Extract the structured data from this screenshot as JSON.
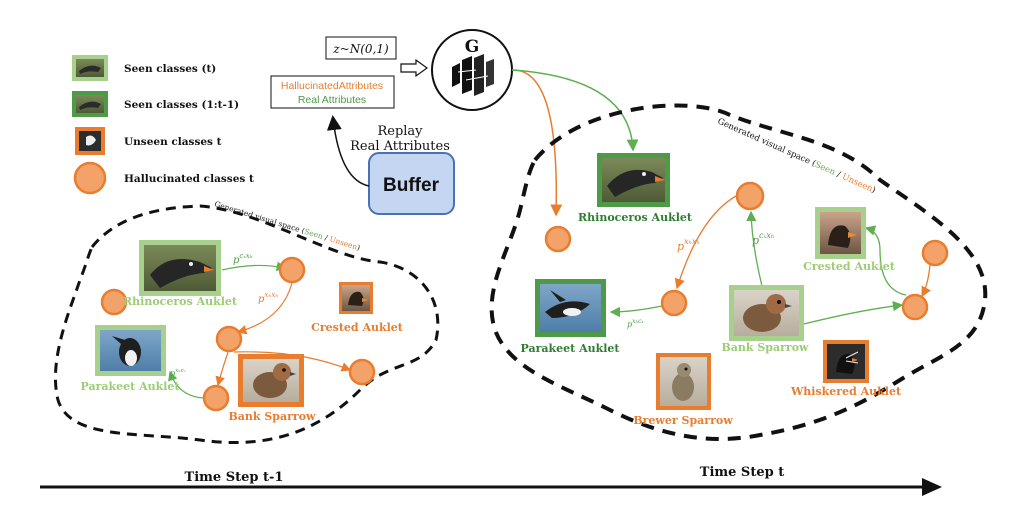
{
  "legend": {
    "seen_t": "Seen classes (t)",
    "seen_prev": "Seen classes (1:t-1)",
    "unseen_t": "Unseen classes t",
    "halluc_t": "Hallucinated classes t"
  },
  "noise": "z~N(0,1)",
  "attributes": {
    "halluc": "HallucinatedAttributes",
    "real": "Real Attributes"
  },
  "generator": "G",
  "replay": {
    "line1": "Replay",
    "line2": "Real Attributes"
  },
  "buffer": "Buffer",
  "left_space": {
    "title_pre": "Generated visual space (",
    "seen": "Seen",
    "sep": " / ",
    "unseen": "Unseen",
    "title_post": ")",
    "birds": {
      "rhino": "Rhinoceros Auklet",
      "crested": "Crested  Auklet",
      "parakeet": "Parakeet Auklet",
      "sparrow": "Bank Sparrow"
    },
    "edges": {
      "e1": "p",
      "e1s": "cₓxₕ",
      "e2": "p",
      "e2s": "xₕxₕ",
      "e3": "p",
      "e3s": "xₕcₓ"
    }
  },
  "right_space": {
    "title_pre": "Generated visual space (",
    "seen": "Seen",
    "sep": " / ",
    "unseen": "Unseen",
    "title_post": ")",
    "birds": {
      "rhino": "Rhinoceros Auklet",
      "crested": "Crested  Auklet",
      "parakeet": "Parakeet Auklet",
      "sparrow": "Bank Sparrow",
      "whiskered": "Whiskered Auklet",
      "brewer": "Brewer Sparrow"
    },
    "edges": {
      "e1": "p",
      "e1s": "xₕxₕ",
      "e2": "p",
      "e2s": "cₓxₕ",
      "e3": "p",
      "e3s": "xₕcₓ"
    }
  },
  "time_left": "Time Step t-1",
  "time_right": "Time Step t",
  "colors": {
    "seen_light": "#a8d08d",
    "seen_dark": "#4e9a47",
    "unseen": "#e87d2f",
    "halluc_fill": "#f3a26a",
    "halluc_stroke": "#e87d2f",
    "green_text": "#9ccc74",
    "dark_green_text": "#2f7d32",
    "orange_text": "#e87d2f",
    "buffer_fill": "#c5d6f2",
    "buffer_stroke": "#4a72b0"
  }
}
